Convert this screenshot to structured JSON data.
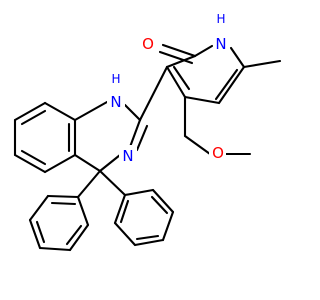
{
  "colors": {
    "background": "#ffffff",
    "bond": "#000000",
    "nitrogen": "#0000ff",
    "oxygen": "#ff0000"
  },
  "atoms": {
    "n_pyridone": "N",
    "h_pyridone": "H",
    "o_carbonyl": "O",
    "o_ether": "O",
    "n_amine": "N",
    "h_amine": "H",
    "n_imine": "N"
  }
}
